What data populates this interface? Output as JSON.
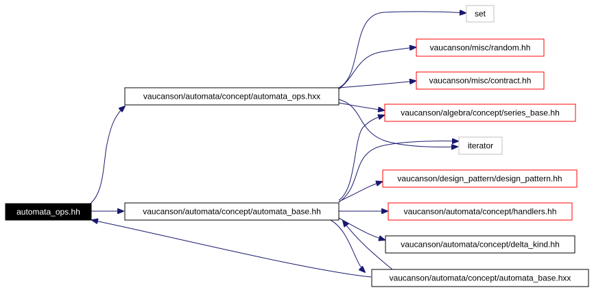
{
  "diagram": {
    "edge_color": "#191970",
    "nodes": {
      "root": {
        "label": "automata_ops.hh"
      },
      "ops_hxx": {
        "label": "vaucanson/automata/concept/automata_ops.hxx"
      },
      "base_hh": {
        "label": "vaucanson/automata/concept/automata_base.hh"
      },
      "set": {
        "label": "set"
      },
      "random": {
        "label": "vaucanson/misc/random.hh"
      },
      "contract": {
        "label": "vaucanson/misc/contract.hh"
      },
      "series_base": {
        "label": "vaucanson/algebra/concept/series_base.hh"
      },
      "iterator": {
        "label": "iterator"
      },
      "design_pattern": {
        "label": "vaucanson/design_pattern/design_pattern.hh"
      },
      "handlers": {
        "label": "vaucanson/automata/concept/handlers.hh"
      },
      "delta_kind": {
        "label": "vaucanson/automata/concept/delta_kind.hh"
      },
      "base_hxx": {
        "label": "vaucanson/automata/concept/automata_base.hxx"
      }
    }
  }
}
